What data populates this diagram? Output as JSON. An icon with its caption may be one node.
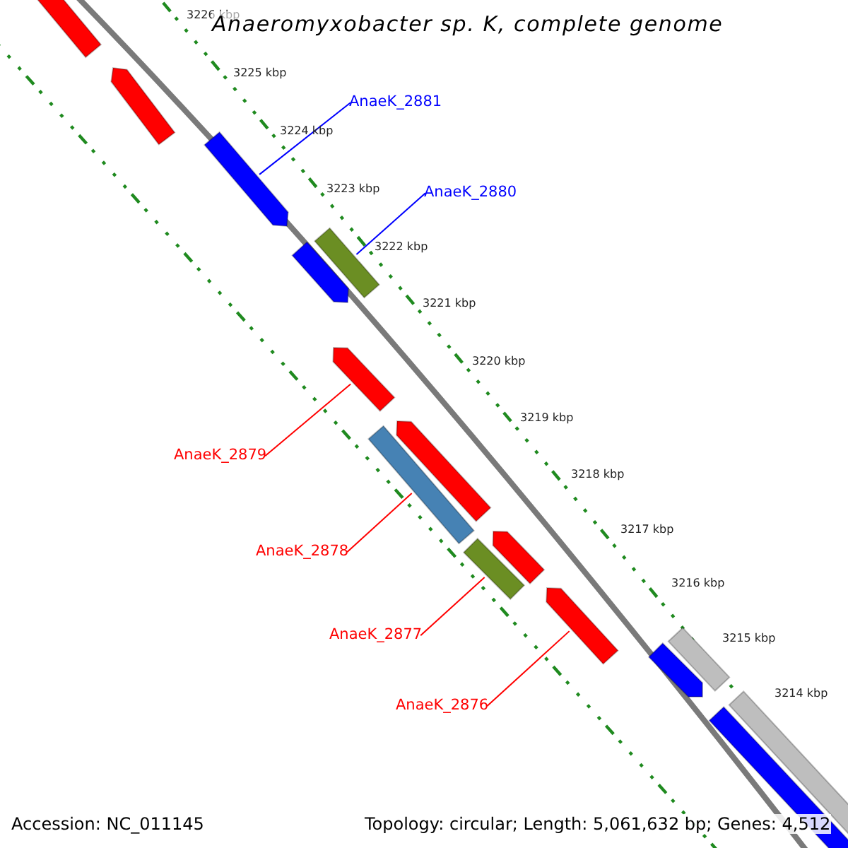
{
  "diagram": {
    "title": "Anaeromyxobacter sp. K, complete genome",
    "nodes": [
      {
        "text": [],
        "shape": "bar"
      },
      {
        "text": [],
        "shape": "arrow"
      },
      {
        "text": [],
        "shape": "arrow"
      },
      {
        "text": [],
        "shape": "arrow"
      },
      {
        "text": [],
        "shape": "bar"
      },
      {
        "text": [],
        "shape": "arrow"
      },
      {
        "text": [],
        "shape": "arrow"
      },
      {
        "text": [],
        "shape": "bar"
      },
      {
        "text": [],
        "shape": "arrow"
      },
      {
        "text": [],
        "shape": "bar"
      },
      {
        "text": [],
        "shape": "arrow"
      },
      {
        "text": [],
        "shape": "arrow"
      },
      {
        "text": [],
        "shape": "bar"
      },
      {
        "text": [],
        "shape": "arrow"
      },
      {
        "text": [],
        "shape": "bar"
      },
      {
        "text": [
          "AnaeK_2881"
        ]
      },
      {
        "text": [
          "AnaeK_2880"
        ]
      },
      {
        "text": [
          "AnaeK_2879"
        ]
      },
      {
        "text": [
          "AnaeK_2878"
        ]
      },
      {
        "text": [
          "AnaeK_2877"
        ]
      },
      {
        "text": [
          "AnaeK_2876"
        ]
      }
    ],
    "edges": [
      {
        "from": 15,
        "to": 2,
        "arrow": "none",
        "color": "#0000ff"
      },
      {
        "from": 16,
        "to": 4,
        "arrow": "none",
        "color": "#0000ff"
      },
      {
        "from": 17,
        "to": 5,
        "arrow": "none"
      },
      {
        "from": 18,
        "to": 7,
        "arrow": "none"
      },
      {
        "from": 19,
        "to": 9,
        "arrow": "none"
      },
      {
        "from": 20,
        "to": 10,
        "arrow": "none"
      }
    ],
    "labels": [
      "3226 kbp",
      "3225 kbp",
      "3224 kbp",
      "3223 kbp",
      "3222 kbp",
      "3221 kbp",
      "3220 kbp",
      "3219 kbp",
      "3218 kbp",
      "3217 kbp",
      "3216 kbp",
      "3215 kbp",
      "3214 kbp",
      "Accession: NC_011145",
      "Topology: circular; Length: 5,061,632 bp; Genes: 4,512"
    ]
  }
}
